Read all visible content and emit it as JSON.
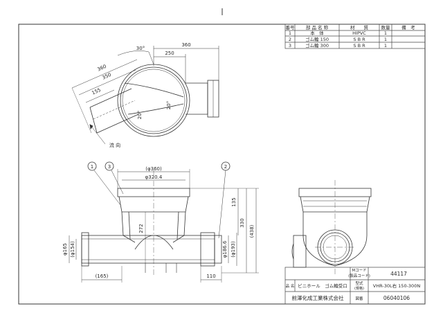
{
  "parts_table": {
    "headers": [
      "番号",
      "部 品 名 称",
      "材　　質",
      "数量",
      "備　考"
    ],
    "rows": [
      {
        "no": "1",
        "name": "本　体",
        "material": "HIPVC",
        "qty": "1",
        "note": ""
      },
      {
        "no": "2",
        "name": "ゴム輪 150",
        "material": "S B R",
        "qty": "1",
        "note": ""
      },
      {
        "no": "3",
        "name": "ゴム輪 300",
        "material": "S B R",
        "qty": "1",
        "note": ""
      }
    ]
  },
  "top_view": {
    "dim_360": "360",
    "dim_250": "250",
    "angle_30": "30°",
    "dim_360_diag": "360",
    "dim_350_diag": "350",
    "dim_155_diag": "155",
    "angle_20a": "20°",
    "angle_20b": "20°",
    "arrow_label": "流 向"
  },
  "front_view": {
    "balloons": [
      "1",
      "3",
      "2"
    ],
    "dim_phi360": "(φ360)",
    "dim_phi3204": "φ320.4",
    "dim_135": "135",
    "dim_330": "330",
    "dim_438": "(438)",
    "dim_272": "272",
    "dim_phi165": "φ165",
    "dim_phi154": "(φ154)",
    "dim_phi1866": "φ186.6",
    "dim_phi193": "(φ193)",
    "dim_165": "(165)",
    "dim_110": "110"
  },
  "title_block": {
    "m_code_label": "Mコード\n(製品コード)",
    "m_code_value": "44117",
    "name_label": "品 名",
    "name_value": "ビニホール　ゴム輪受口",
    "model_label": "型式\n(規格)",
    "model_value": "VHR-30L右 150-300N",
    "company": "前澤化成工業株式会社",
    "drawing_label": "図番",
    "drawing_value": "06040106"
  }
}
